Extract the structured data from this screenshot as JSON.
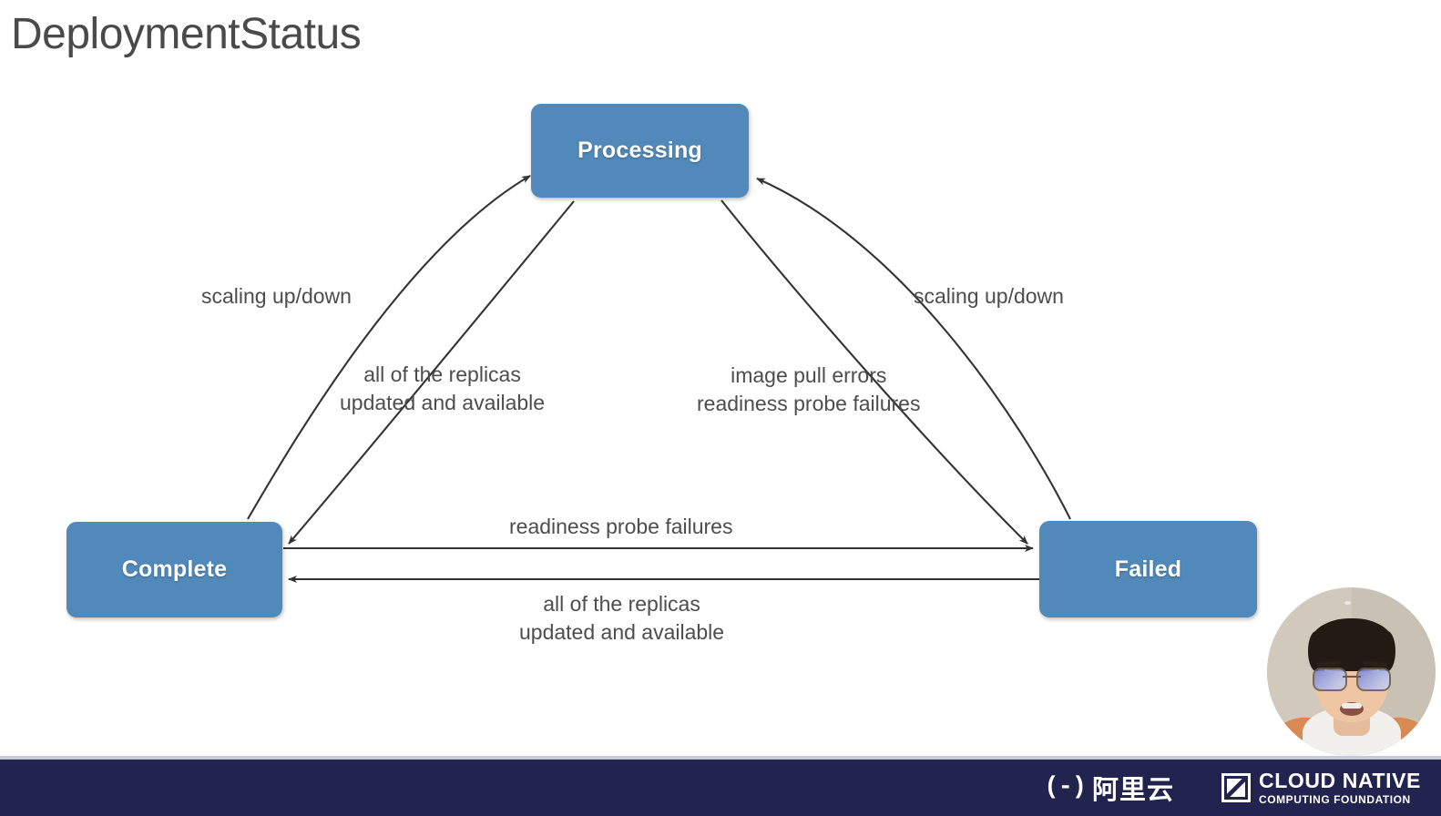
{
  "slide": {
    "title": "DeploymentStatus",
    "background_color": "#ffffff"
  },
  "diagram": {
    "type": "state-transition",
    "node_color": "#5189ba",
    "node_text_color": "#ffffff",
    "edge_color": "#333333",
    "label_color": "#4d4d4d",
    "nodes": [
      {
        "id": "processing",
        "label": "Processing"
      },
      {
        "id": "complete",
        "label": "Complete"
      },
      {
        "id": "failed",
        "label": "Failed"
      }
    ],
    "edges": [
      {
        "id": "complete-to-processing",
        "from": "Complete",
        "to": "Processing",
        "label": "scaling up/down"
      },
      {
        "id": "processing-to-complete",
        "from": "Processing",
        "to": "Complete",
        "label_line1": "all of the replicas",
        "label_line2": "updated and available"
      },
      {
        "id": "failed-to-processing",
        "from": "Failed",
        "to": "Processing",
        "label": "scaling up/down"
      },
      {
        "id": "processing-to-failed",
        "from": "Processing",
        "to": "Failed",
        "label_line1": "image pull errors",
        "label_line2": "readiness probe failures"
      },
      {
        "id": "complete-to-failed",
        "from": "Complete",
        "to": "Failed",
        "label": "readiness probe failures"
      },
      {
        "id": "failed-to-complete",
        "from": "Failed",
        "to": "Complete",
        "label_line1": "all of the replicas",
        "label_line2": "updated and available"
      }
    ]
  },
  "footer": {
    "background_color": "#22244f",
    "alibaba": {
      "mark": "(-)",
      "text": "阿里云"
    },
    "cncf": {
      "line1": "CLOUD NATIVE",
      "line2": "COMPUTING FOUNDATION"
    }
  },
  "webcam": {
    "present": true,
    "shape": "circle"
  }
}
